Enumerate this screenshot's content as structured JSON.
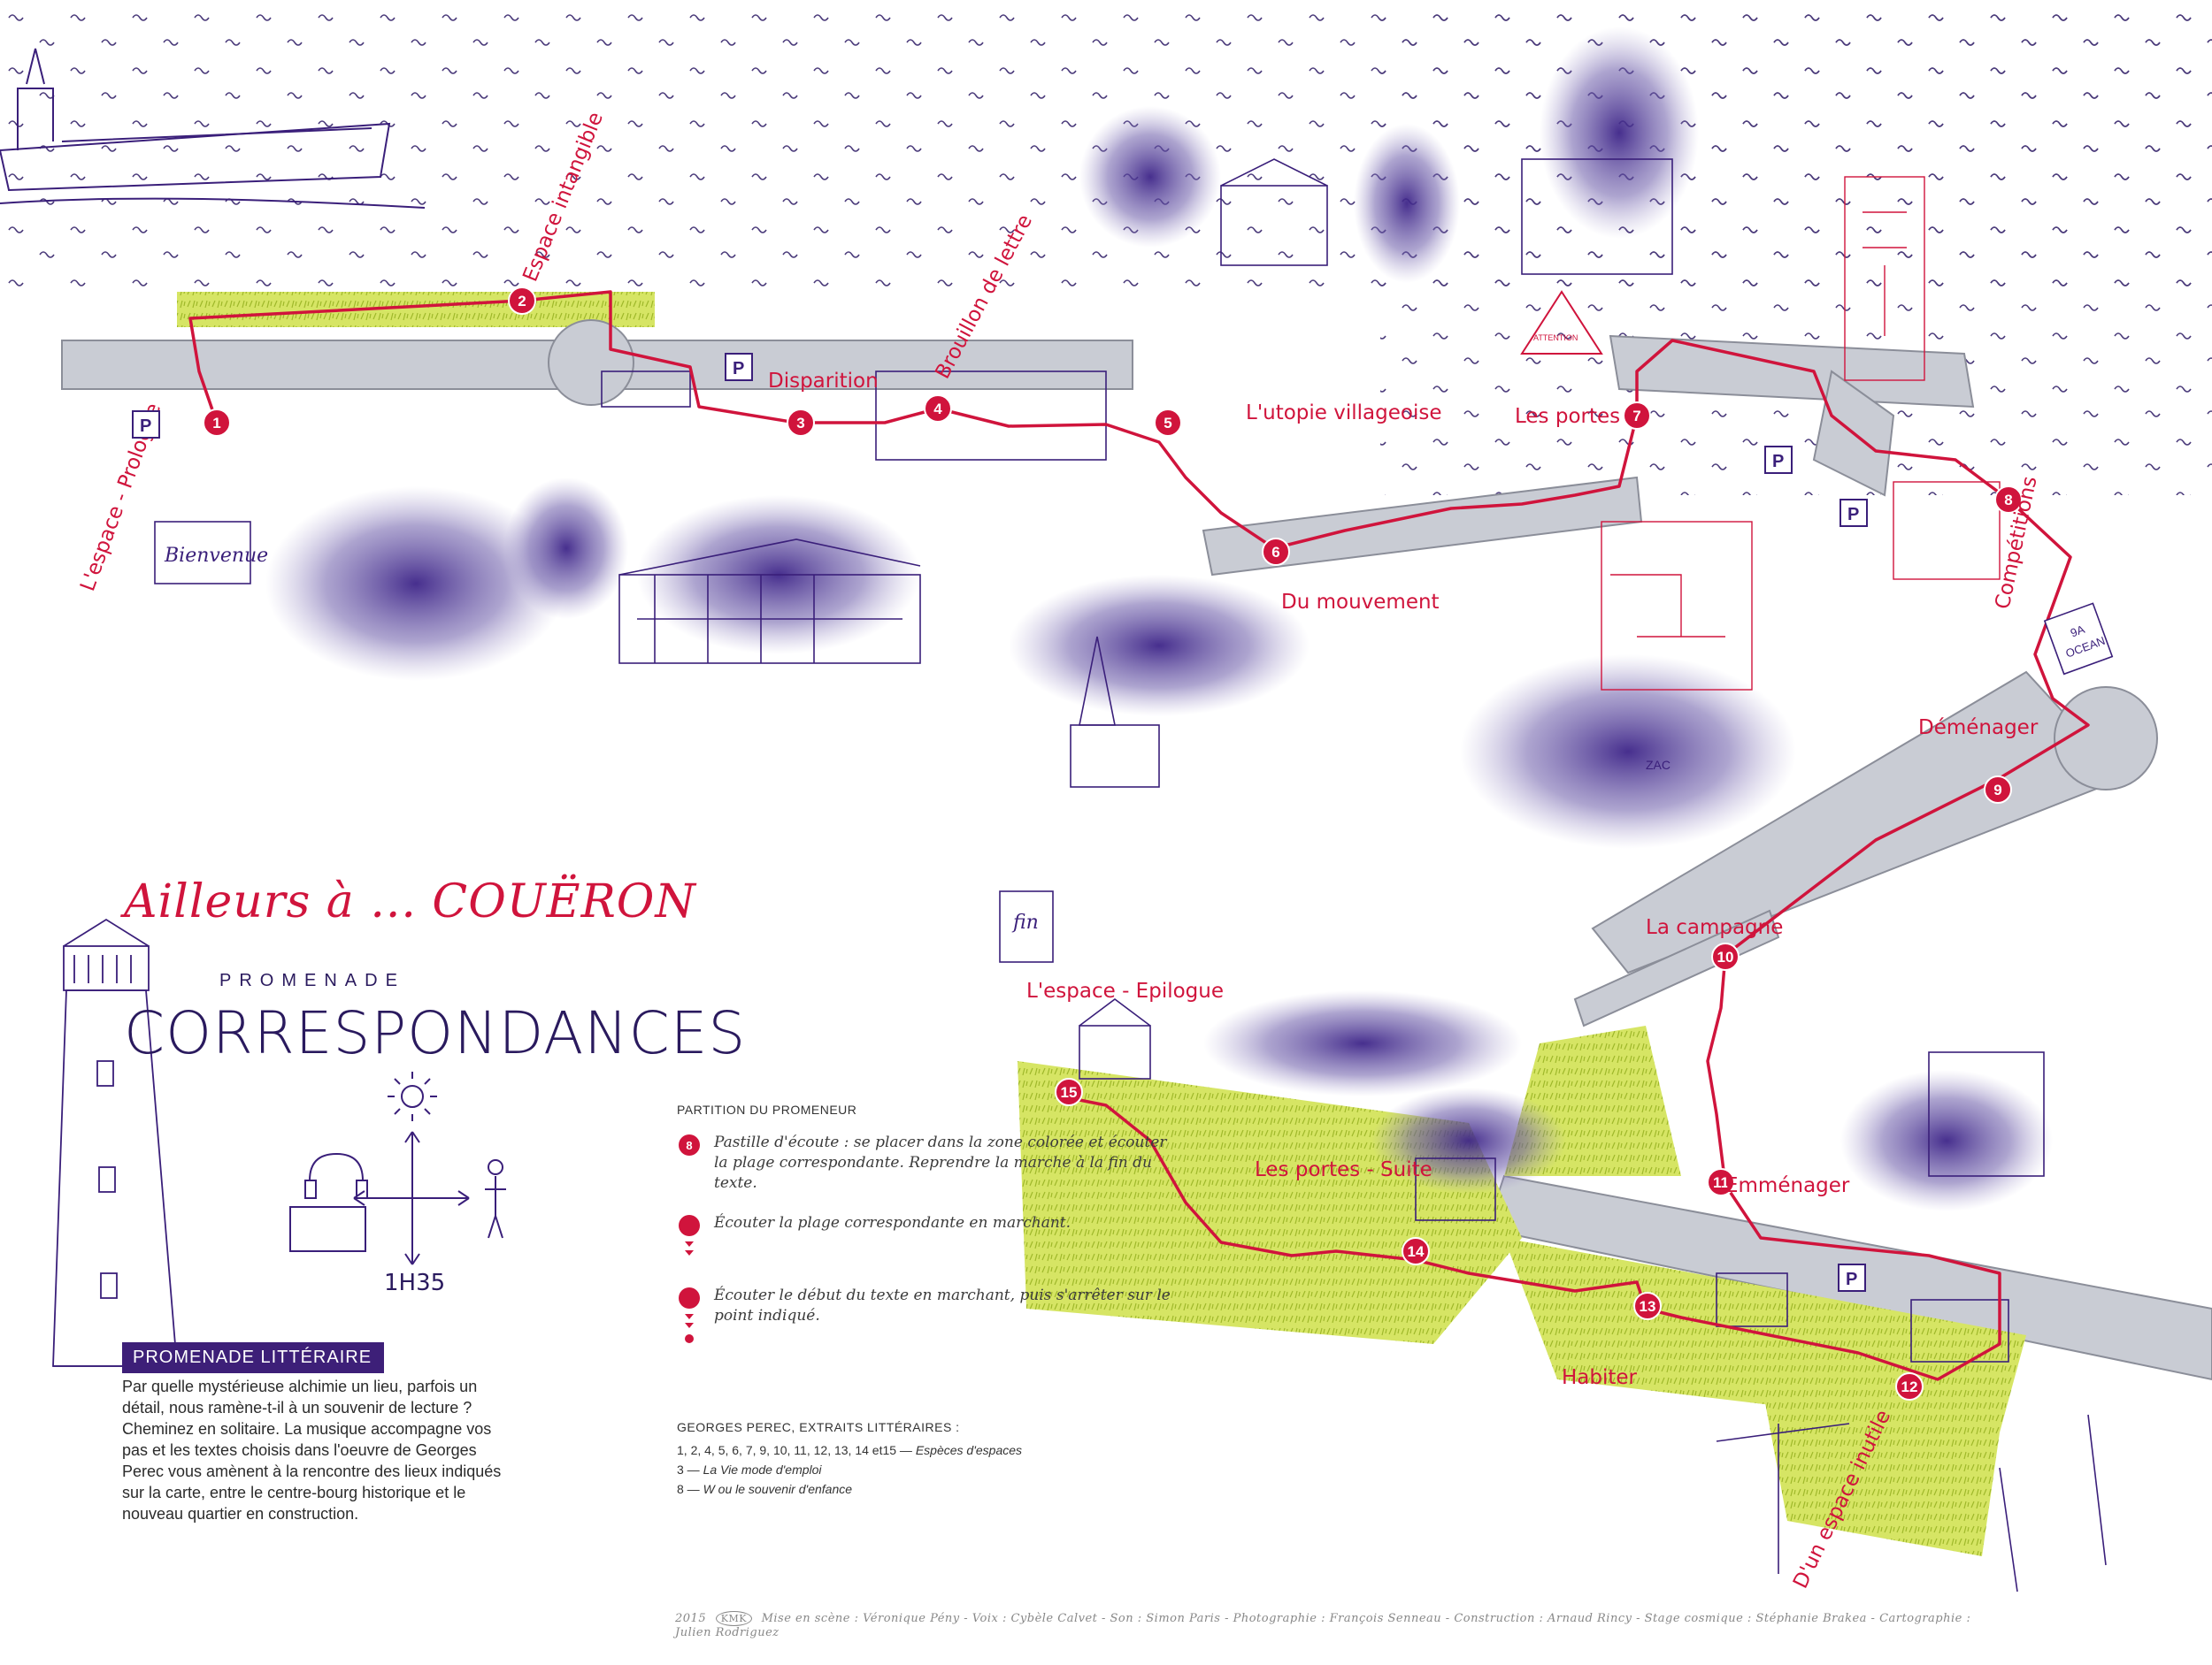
{
  "title": {
    "ailleurs": "Ailleurs à ... COUËRON",
    "promenade": "PROMENADE",
    "correspondances": "CORRESPONDANCES",
    "duration": "1H35"
  },
  "intro": {
    "badge": "PROMENADE LITTÉRAIRE",
    "text": "Par quelle mystérieuse alchimie un lieu, parfois un détail, nous ramène-t-il à un souvenir de lecture ? Cheminez en solitaire. La musique accompagne vos pas et les textes choisis dans l'oeuvre de Georges Perec vous amènent à la rencontre des lieux indiqués sur la carte, entre le centre-bourg historique et le nouveau quartier en construction."
  },
  "legend": {
    "title": "PARTITION DU PROMENEUR",
    "items": [
      {
        "text": "Pastille d'écoute : se placer dans la zone colorée et écouter la plage correspondante. Reprendre la marche à la fin du texte."
      },
      {
        "text": "Écouter la plage correspondante en marchant."
      },
      {
        "text": "Écouter le début du texte en marchant, puis s'arrêter sur le point indiqué."
      }
    ],
    "stop_marker": "8"
  },
  "extracts": {
    "head": "GEORGES PEREC, EXTRAITS LITTÉRAIRES :",
    "rows": [
      {
        "nums": "1, 2, 4, 5, 6, 7, 9, 10, 11, 12, 13, 14 et15 — ",
        "work": "Espèces d'espaces"
      },
      {
        "nums": "3 — ",
        "work": "La Vie mode d'emploi"
      },
      {
        "nums": "8 — ",
        "work": "W ou le souvenir d'enfance"
      }
    ]
  },
  "credits": {
    "year": "2015",
    "kmk": "KMK",
    "text": "Mise en scène : Véronique Pény - Voix : Cybèle Calvet - Son : Simon Paris - Photographie : François Senneau - Construction : Arnaud Rincy - Stage cosmique : Stéphanie Brakea - Cartographie : Julien Rodriguez"
  },
  "stops": [
    {
      "n": "1",
      "label": "L'espace - Prologue"
    },
    {
      "n": "2",
      "label": "Espace intangible"
    },
    {
      "n": "3",
      "label": "Disparition"
    },
    {
      "n": "4",
      "label": "Brouillon de lettre"
    },
    {
      "n": "5",
      "label": "L'utopie villageoise"
    },
    {
      "n": "6",
      "label": "Du mouvement"
    },
    {
      "n": "7",
      "label": "Les portes"
    },
    {
      "n": "8",
      "label": "Compétitions"
    },
    {
      "n": "9",
      "label": "Déménager"
    },
    {
      "n": "10",
      "label": "La campagne"
    },
    {
      "n": "11",
      "label": "Emménager"
    },
    {
      "n": "12",
      "label": "D'un espace inutile"
    },
    {
      "n": "13",
      "label": "Habiter"
    },
    {
      "n": "14",
      "label": "Les portes - Suite"
    },
    {
      "n": "15",
      "label": "L'espace - Epilogue"
    }
  ],
  "sketch_text": {
    "bienvenue": "Bienvenue",
    "fin": "fin",
    "attention": "ATTENTION",
    "ocean": "OCEAN",
    "route": "9A",
    "parking": "P",
    "zac": "ZAC"
  },
  "colors": {
    "route": "#d0143c",
    "ink": "#3a1f7a",
    "road": "#c9ccd4",
    "green": "#c8dc4a",
    "wash": "#6a5aa8"
  }
}
